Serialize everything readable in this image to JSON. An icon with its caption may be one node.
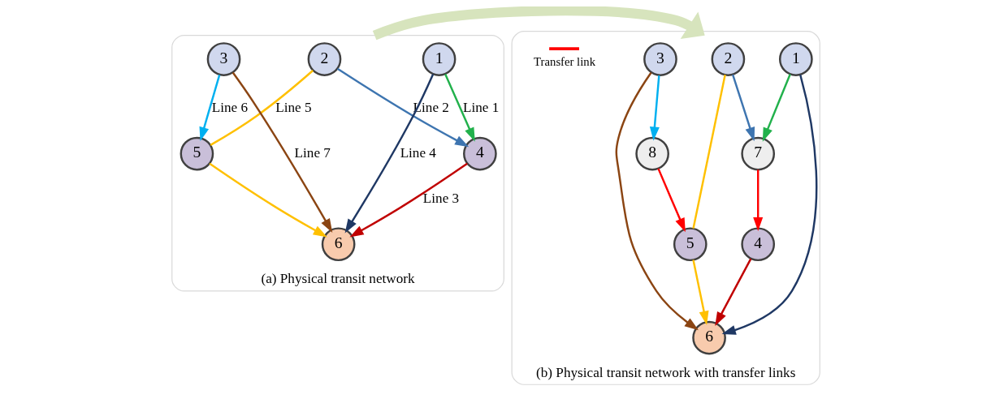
{
  "diagram": {
    "nodes": [
      {
        "text": [
          "(a) Physical transit network"
        ]
      },
      {
        "text": [
          "2"
        ],
        "in": 0
      },
      {
        "text": [
          "1"
        ],
        "in": 0
      },
      {
        "text": [
          "4"
        ],
        "in": 0
      },
      {
        "text": [
          "5"
        ],
        "in": 0
      },
      {
        "text": [
          "3"
        ],
        "in": 0
      },
      {
        "text": [
          "6"
        ],
        "in": 0
      },
      {
        "text": [
          "(b) Physical transit network with transfer links"
        ]
      },
      {
        "text": [
          "2"
        ],
        "in": 7
      },
      {
        "text": [
          "1"
        ],
        "in": 7
      },
      {
        "text": [
          "7"
        ],
        "in": 7
      },
      {
        "text": [
          "5"
        ],
        "in": 7
      },
      {
        "text": [
          "8"
        ],
        "in": 7
      },
      {
        "text": [
          "3"
        ],
        "in": 7
      },
      {
        "text": [
          "4"
        ],
        "in": 7
      },
      {
        "text": [
          "6"
        ],
        "in": 7
      }
    ],
    "edges": [
      {
        "from": 1,
        "to": 3,
        "arrow": "to",
        "label": "Line 2",
        "color": "#3e75b0"
      },
      {
        "from": 2,
        "to": 3,
        "arrow": "to",
        "label": "Line 1",
        "color": "#22b14c"
      },
      {
        "from": 1,
        "to": 4,
        "arrow": "none",
        "label": "Line 5",
        "color": "#ffc000"
      },
      {
        "from": 5,
        "to": 4,
        "arrow": "to",
        "label": "Line 6",
        "color": "#00b0f0"
      },
      {
        "from": 3,
        "to": 6,
        "arrow": "to",
        "label": "Line 3",
        "color": "#c00000"
      },
      {
        "from": 4,
        "to": 6,
        "arrow": "to",
        "color": "#ffc000"
      },
      {
        "from": 2,
        "to": 6,
        "arrow": "to",
        "label": "Line 4",
        "color": "#1f3864"
      },
      {
        "from": 5,
        "to": 6,
        "arrow": "to",
        "label": "Line 7",
        "color": "#8b4513"
      },
      {
        "from": 0,
        "to": 7,
        "arrow": "to",
        "style": "thick",
        "color": "#d7e4bd"
      },
      {
        "from": 8,
        "to": 10,
        "arrow": "to",
        "color": "#3e75b0"
      },
      {
        "from": 9,
        "to": 10,
        "arrow": "to",
        "color": "#22b14c"
      },
      {
        "from": 8,
        "to": 11,
        "arrow": "none",
        "color": "#ffc000"
      },
      {
        "from": 13,
        "to": 12,
        "arrow": "to",
        "color": "#00b0f0"
      },
      {
        "from": 12,
        "to": 11,
        "arrow": "to",
        "color": "#ff0000"
      },
      {
        "from": 10,
        "to": 14,
        "arrow": "to",
        "color": "#ff0000"
      },
      {
        "from": 14,
        "to": 15,
        "arrow": "to",
        "color": "#c00000"
      },
      {
        "from": 11,
        "to": 15,
        "arrow": "to",
        "color": "#ffc000"
      },
      {
        "from": 9,
        "to": 15,
        "arrow": "to",
        "color": "#1f3864"
      },
      {
        "from": 13,
        "to": 15,
        "arrow": "to",
        "color": "#8b4513"
      }
    ],
    "legend": [
      {
        "text": "Transfer link"
      }
    ]
  }
}
